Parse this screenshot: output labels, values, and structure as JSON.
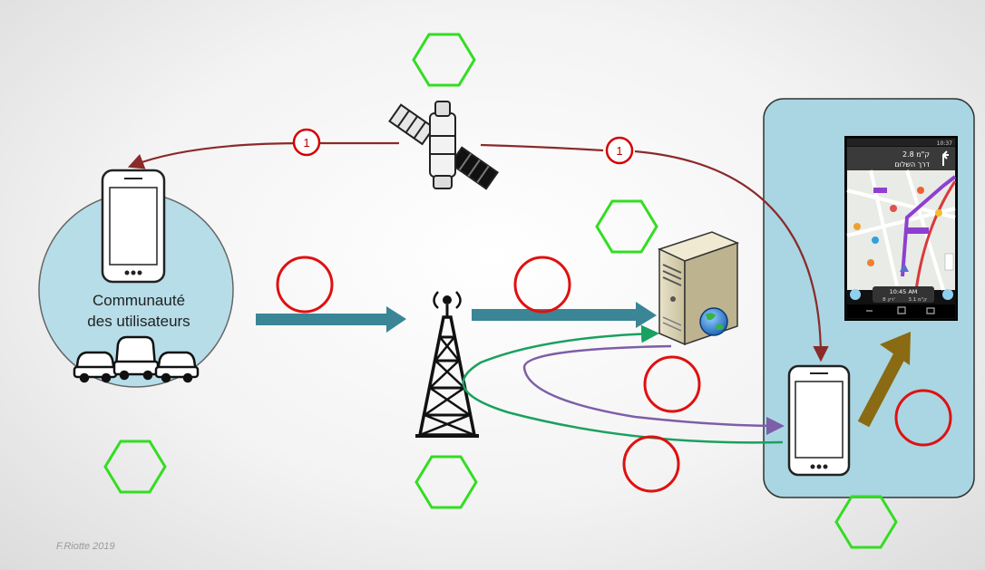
{
  "community_label": [
    "Communauté",
    "des utilisateurs"
  ],
  "credit": "F.Riotte 2019",
  "badges": {
    "left": "1",
    "right": "1"
  },
  "nav_screen": {
    "distance": "2.8 ק\"מ",
    "street": "דרך השלום",
    "clock": "10:37",
    "eta": "10:45 AM",
    "remaining_km": "3.1 ק\"מ",
    "remaining_min": "8 דק'"
  },
  "colors": {
    "gps_arrow": "#8b2a2a",
    "data_arrow": "#3a8596",
    "server_return": "#1aa060",
    "push_return": "#7d5ea8",
    "display_arrow": "#8a6a12",
    "hexagon": "#33dd22",
    "circle": "#e01010",
    "panel": "#a9d6e2"
  }
}
